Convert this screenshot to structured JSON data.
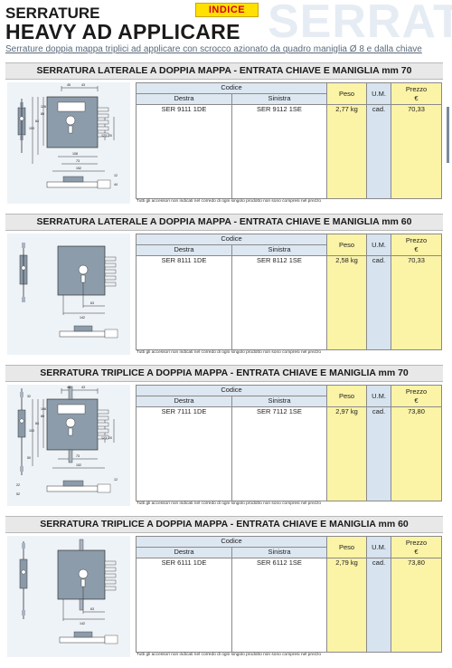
{
  "header": {
    "watermark": "SERRAT",
    "indice_button": "INDICE",
    "title_line1": "SERRATURE",
    "title_line2": "HEAVY AD APPLICARE",
    "subtitle": "Serrature doppia mappa triplici ad applicare con scrocco azionato da quadro maniglia Ø 8 e dalla chiave"
  },
  "table_headers": {
    "codice": "Codice",
    "destra": "Destra",
    "sinistra": "Sinistra",
    "peso": "Peso",
    "um": "U.M.",
    "prezzo_line1": "Prezzo",
    "prezzo_line2": "€"
  },
  "note_text": "Tutti gli accessori non indicati nel corredo di ogni singolo prodotto non sono compresi nel prezzo",
  "sections": [
    {
      "title": "SERRATURA LATERALE A DOPPIA MAPPA - ENTRATA CHIAVE E MANIGLIA mm 70",
      "destra": "SER 9111 1DE",
      "sinistra": "SER 9112 1SE",
      "peso": "2,77 kg",
      "um": "cad.",
      "prezzo": "70,33",
      "dims": [
        "45",
        "43",
        "126",
        "80",
        "84",
        "100",
        "108",
        "73",
        "152",
        "123",
        "20",
        "12",
        "44"
      ]
    },
    {
      "title": "SERRATURA LATERALE A DOPPIA MAPPA - ENTRATA CHIAVE E MANIGLIA mm 60",
      "destra": "SER 8111 1DE",
      "sinistra": "SER 8112 1SE",
      "peso": "2,58 kg",
      "um": "cad.",
      "prezzo": "70,33",
      "dims": [
        "63",
        "142"
      ]
    },
    {
      "title": "SERRATURA TRIPLICE A DOPPIA MAPPA - ENTRATA CHIAVE E MANIGLIA mm 70",
      "destra": "SER 7111 1DE",
      "sinistra": "SER 7112 1SE",
      "peso": "2,97 kg",
      "um": "cad.",
      "prezzo": "73,80",
      "dims": [
        "45",
        "43",
        "32",
        "106",
        "80",
        "84",
        "100",
        "50",
        "73",
        "152",
        "123",
        "20",
        "12",
        "22",
        "52"
      ]
    },
    {
      "title": "SERRATURA TRIPLICE A DOPPIA MAPPA - ENTRATA CHIAVE E MANIGLIA mm 60",
      "destra": "SER 6111 1DE",
      "sinistra": "SER 6112 1SE",
      "peso": "2,79 kg",
      "um": "cad.",
      "prezzo": "73,80",
      "dims": [
        "63",
        "142"
      ]
    }
  ]
}
